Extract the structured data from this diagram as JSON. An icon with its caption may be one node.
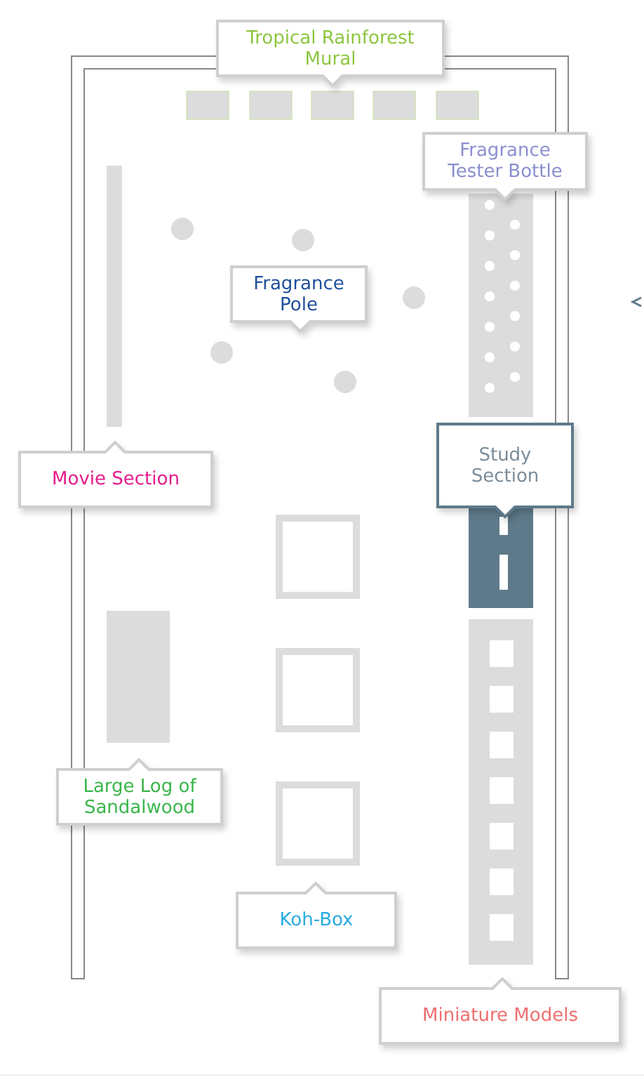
{
  "diagram": {
    "nodes": [
      {
        "text": [
          "Tropical Rainforest Mural"
        ]
      },
      {
        "text": [
          "Fragrance Tester Bottle"
        ]
      },
      {
        "text": [
          "Fragrance Pole"
        ]
      },
      {
        "text": [
          "Movie Section"
        ]
      },
      {
        "text": [
          "Study Section"
        ]
      },
      {
        "text": [
          "Large Log of Sandalwood"
        ]
      },
      {
        "text": [
          "Koh-Box"
        ]
      },
      {
        "text": [
          "Miniature Models"
        ]
      }
    ]
  }
}
